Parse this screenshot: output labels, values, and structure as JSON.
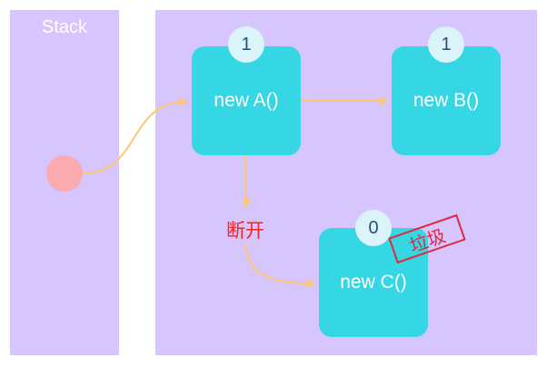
{
  "stack": {
    "title": "Stack"
  },
  "nodes": {
    "a": {
      "label": "new A()",
      "count": "1"
    },
    "b": {
      "label": "new B()",
      "count": "1"
    },
    "c": {
      "label": "new C()",
      "count": "0"
    }
  },
  "annotations": {
    "break": "断开",
    "garbage": "垃圾"
  },
  "colors": {
    "panel": "#d7c5fd",
    "node": "#35d7e4",
    "badge": "#dbf4fa",
    "arrow": "#fdc86a",
    "reference": "#fbaaaf",
    "alert": "#e0283f"
  }
}
